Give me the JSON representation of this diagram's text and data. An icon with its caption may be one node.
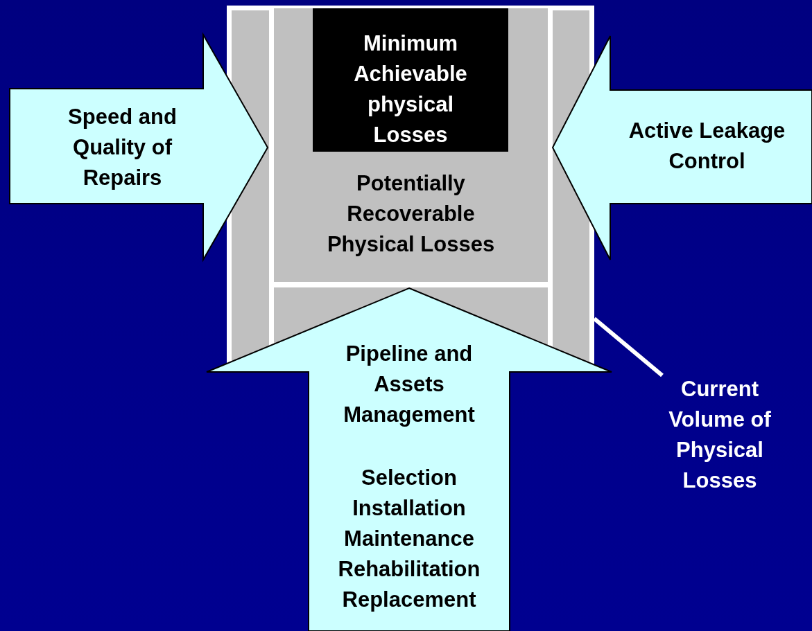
{
  "diagram": {
    "nodes": [
      {
        "text": [],
        "shape": "box"
      },
      {
        "text": [
          "Potentially Recoverable Physical Losses"
        ],
        "in": 0
      },
      {
        "text": [
          "Minimum Achievable physical Losses"
        ],
        "in": 1
      },
      {
        "text": [
          "Speed and Quality of Repairs"
        ]
      },
      {
        "text": [
          "Active Leakage Control"
        ]
      },
      {
        "text": [
          "Pipeline and Assets Management",
          "Selection Installation Maintenance Rehabilitation Replacement"
        ]
      },
      {
        "text": [
          "Current Volume of Physical Losses"
        ]
      }
    ],
    "edges": [
      {
        "from": 6,
        "to": 0,
        "arrow": "none"
      }
    ]
  }
}
